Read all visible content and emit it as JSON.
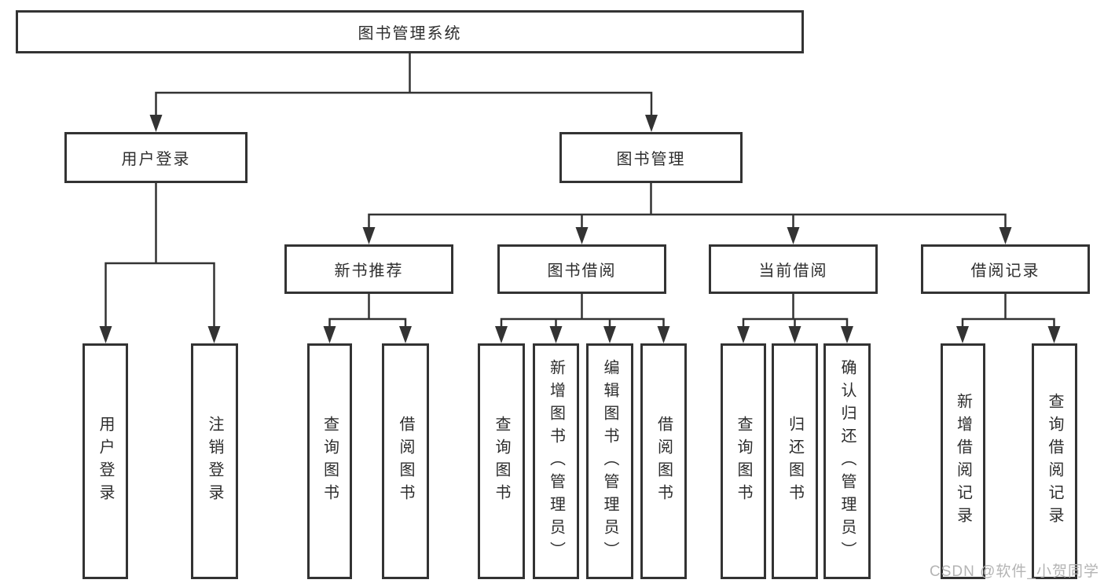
{
  "tree": {
    "root": "图书管理系统",
    "branches": [
      {
        "label": "用户登录",
        "leaves": [
          "用户登录",
          "注销登录"
        ]
      },
      {
        "label": "图书管理",
        "groups": [
          {
            "label": "新书推荐",
            "leaves": [
              "查询图书",
              "借阅图书"
            ]
          },
          {
            "label": "图书借阅",
            "leaves": [
              "查询图书",
              "新增图书（管理员）",
              "编辑图书（管理员）",
              "借阅图书"
            ]
          },
          {
            "label": "当前借阅",
            "leaves": [
              "查询图书",
              "归还图书",
              "确认归还（管理员）"
            ]
          },
          {
            "label": "借阅记录",
            "leaves": [
              "新增借阅记录",
              "查询借阅记录"
            ]
          }
        ]
      }
    ]
  },
  "watermark": {
    "text": "CSDN @软件_小贺同学"
  },
  "colors": {
    "line": "#333333",
    "box_border": "#333333",
    "box_fill": "#ffffff",
    "text": "#2d2d2d",
    "watermark": "#b4b4b4",
    "background": "#ffffff"
  }
}
